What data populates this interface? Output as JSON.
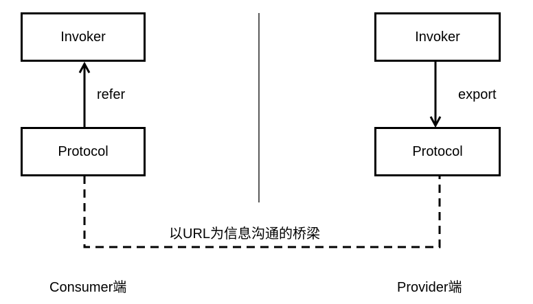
{
  "consumer": {
    "invoker": "Invoker",
    "protocol": "Protocol",
    "arrow_label": "refer",
    "side_label": "Consumer端"
  },
  "provider": {
    "invoker": "Invoker",
    "protocol": "Protocol",
    "arrow_label": "export",
    "side_label": "Provider端"
  },
  "bridge_label": "以URL为信息沟通的桥梁"
}
